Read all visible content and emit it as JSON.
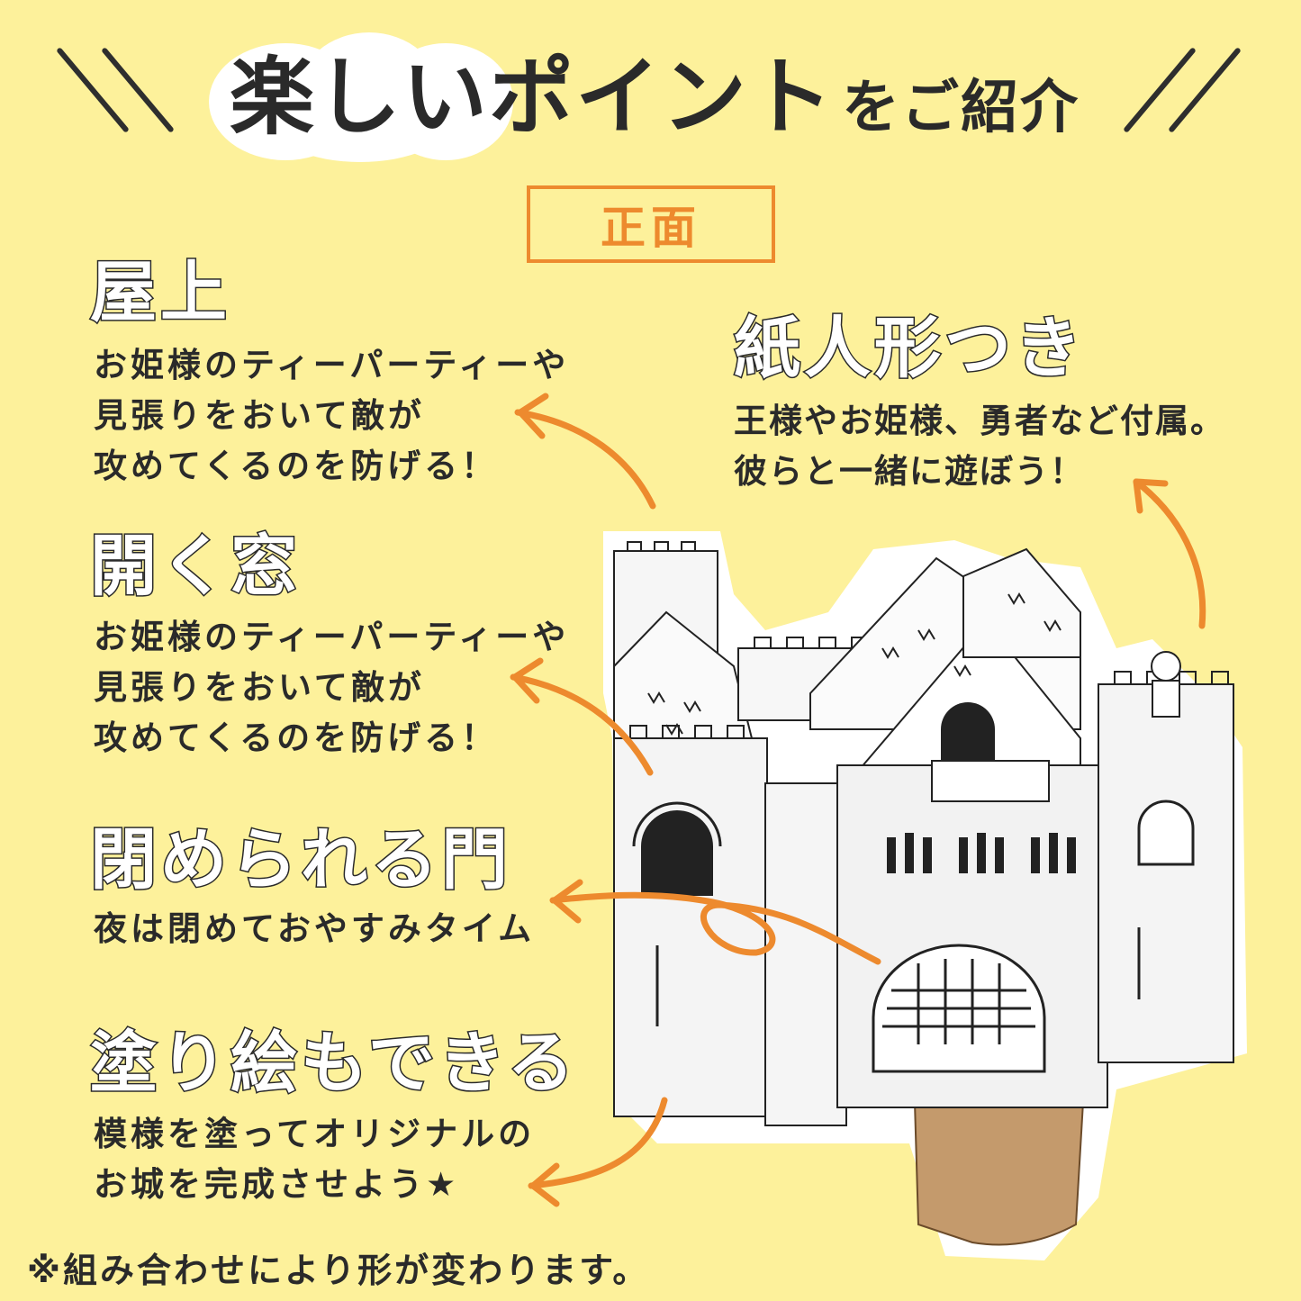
{
  "header": {
    "title_emphasis": "楽しいポイント",
    "title_rest": "をご紹介",
    "section_label": "正面"
  },
  "features": [
    {
      "heading": "屋上",
      "lines": [
        "お姫様のティーパーティーや",
        "見張りをおいて敵が",
        "攻めてくるのを防げる！"
      ]
    },
    {
      "heading": "開く窓",
      "lines": [
        "お姫様のティーパーティーや",
        "見張りをおいて敵が",
        "攻めてくるのを防げる！"
      ]
    },
    {
      "heading": "閉められる門",
      "lines": [
        "夜は閉めておやすみタイム"
      ]
    },
    {
      "heading": "塗り絵もできる",
      "lines": [
        "模様を塗ってオリジナルの",
        "お城を完成させよう★"
      ]
    },
    {
      "heading": "紙人形つき",
      "lines": [
        "王様やお姫様、勇者など付属。",
        "彼らと一緒に遊ぼう！"
      ]
    }
  ],
  "footer_note": "※組み合わせにより形が変わります。",
  "colors": {
    "background": "#fdf19b",
    "accent_orange": "#ed8a2e",
    "text": "#2a2a2a",
    "cardboard": "#c49a6c"
  },
  "icons": [
    "castle-illustration",
    "curved-arrow"
  ]
}
